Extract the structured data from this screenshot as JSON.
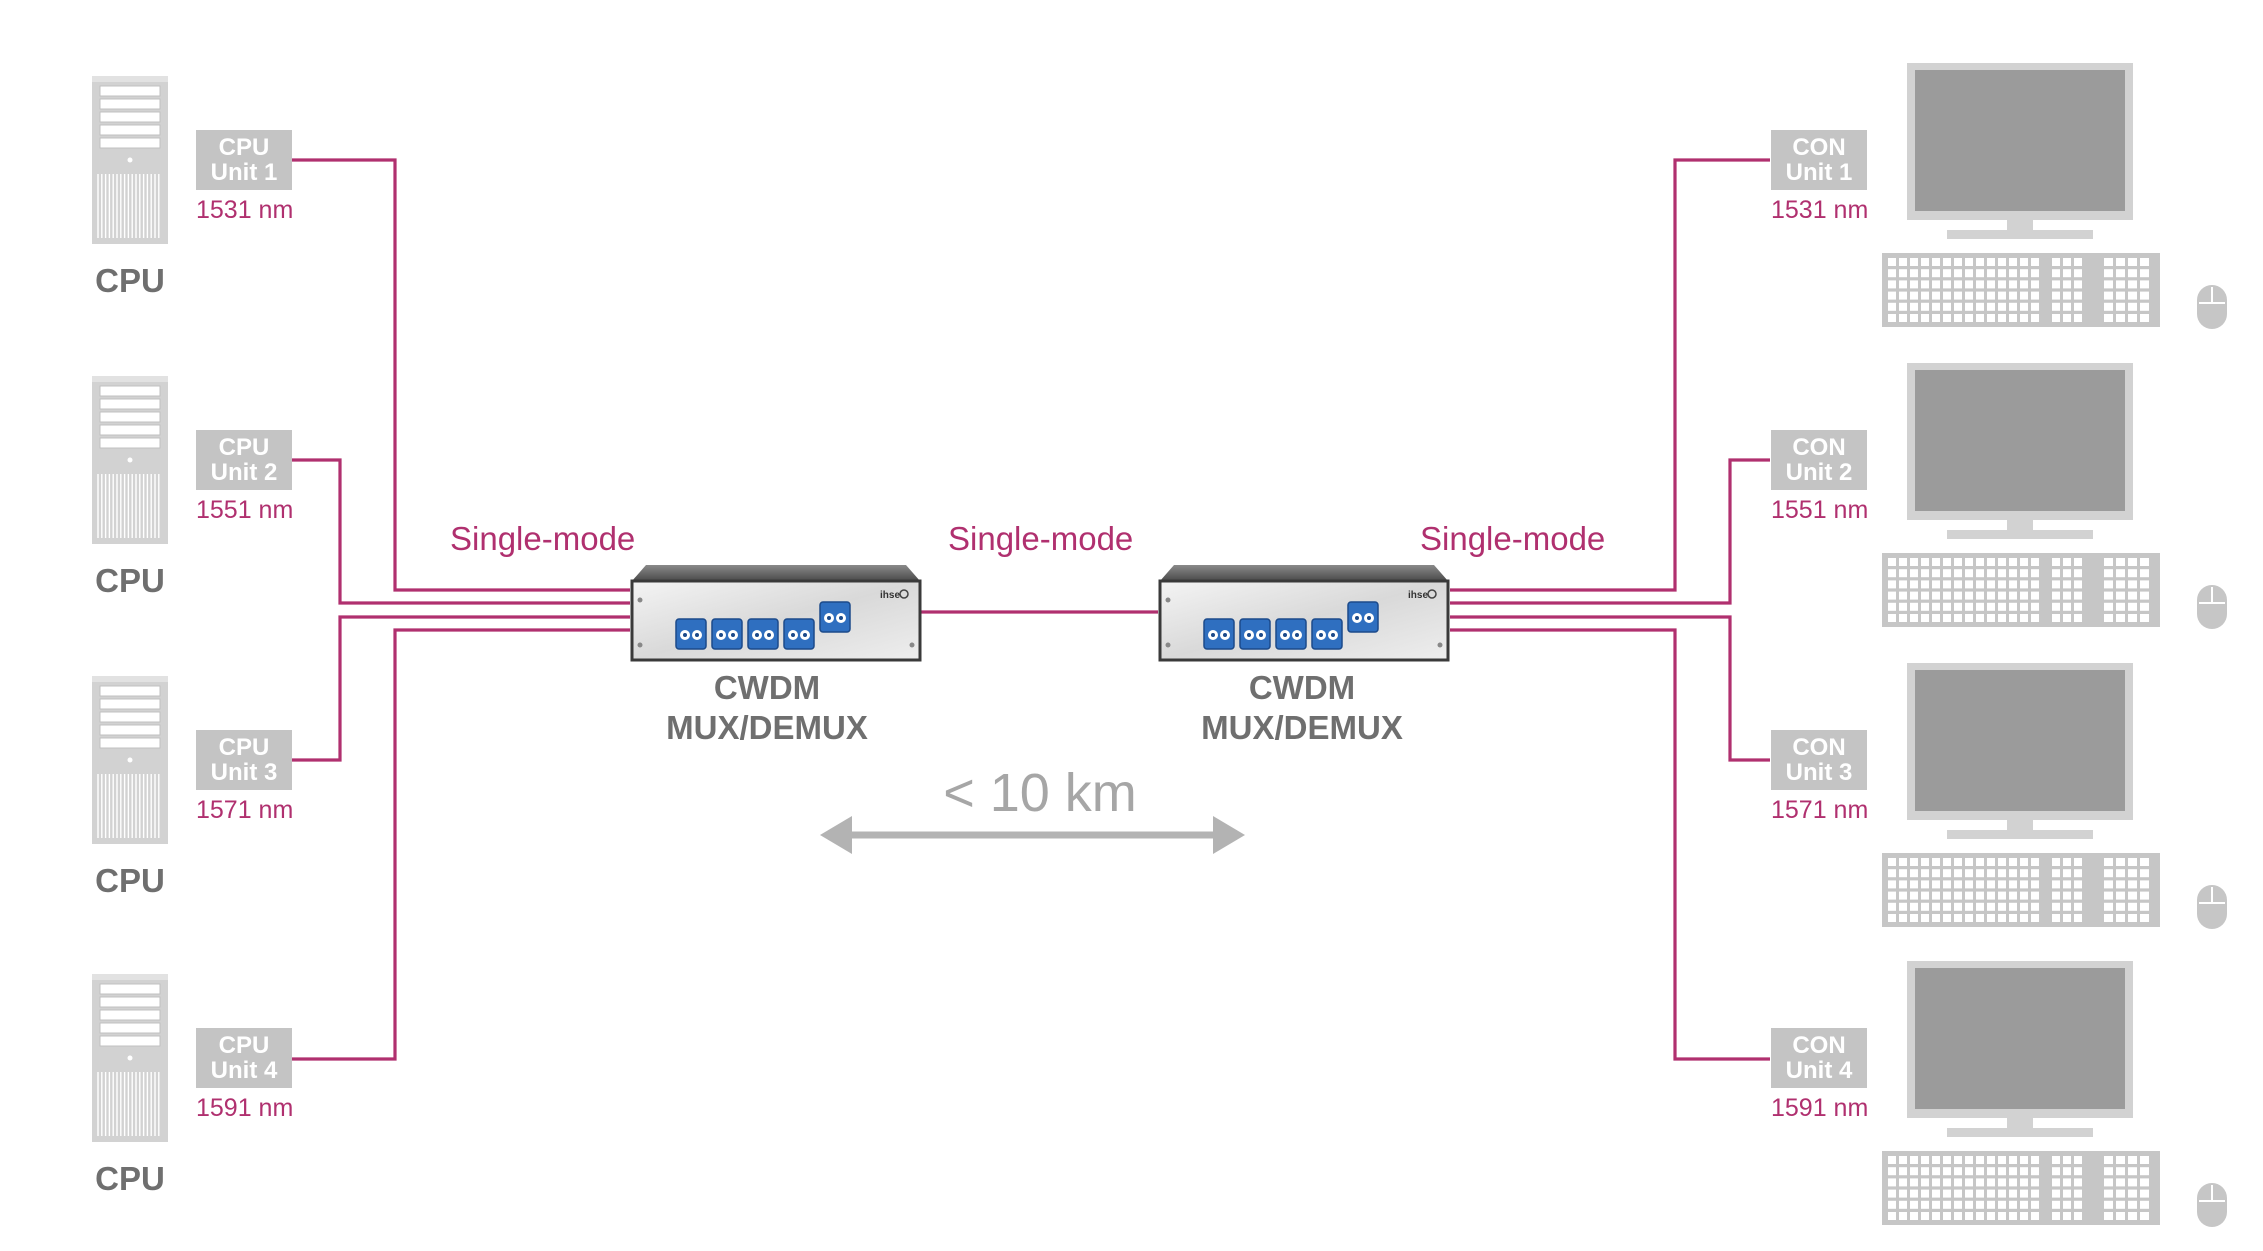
{
  "colors": {
    "fiber": "#b0306f",
    "label_box": "#c4c4c4",
    "device_gray": "#c8c8c8",
    "text_gray": "#6f6f6f",
    "arrow_gray": "#b3b3b3",
    "connector_blue": "#2f6fc0"
  },
  "cpu_units": [
    {
      "line1": "CPU",
      "line2": "Unit 1",
      "wavelength": "1531 nm",
      "caption": "CPU"
    },
    {
      "line1": "CPU",
      "line2": "Unit 2",
      "wavelength": "1551 nm",
      "caption": "CPU"
    },
    {
      "line1": "CPU",
      "line2": "Unit 3",
      "wavelength": "1571 nm",
      "caption": "CPU"
    },
    {
      "line1": "CPU",
      "line2": "Unit 4",
      "wavelength": "1591 nm",
      "caption": "CPU"
    }
  ],
  "con_units": [
    {
      "line1": "CON",
      "line2": "Unit 1",
      "wavelength": "1531 nm"
    },
    {
      "line1": "CON",
      "line2": "Unit 2",
      "wavelength": "1551 nm"
    },
    {
      "line1": "CON",
      "line2": "Unit 3",
      "wavelength": "1571 nm"
    },
    {
      "line1": "CON",
      "line2": "Unit 4",
      "wavelength": "1591 nm"
    }
  ],
  "fiber_labels": {
    "left": "Single-mode",
    "middle": "Single-mode",
    "right": "Single-mode"
  },
  "mux_left": {
    "line1": "CWDM",
    "line2": "MUX/DEMUX",
    "brand": "ihse"
  },
  "mux_right": {
    "line1": "CWDM",
    "line2": "MUX/DEMUX",
    "brand": "ihse"
  },
  "distance": "< 10 km",
  "icons": {
    "computer": "tower-pc-icon",
    "monitor": "monitor-icon",
    "keyboard": "keyboard-icon",
    "mouse": "mouse-icon",
    "mux": "cwdm-mux-device-icon"
  }
}
